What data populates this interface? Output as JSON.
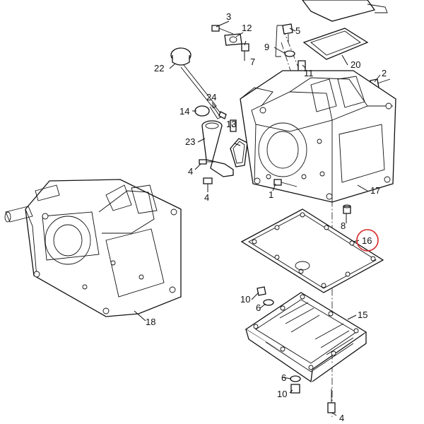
{
  "callouts": [
    {
      "id": "c1",
      "text": "1"
    },
    {
      "id": "c2",
      "text": "2"
    },
    {
      "id": "c3",
      "text": "3"
    },
    {
      "id": "c4a",
      "text": "4"
    },
    {
      "id": "c4b",
      "text": "4"
    },
    {
      "id": "c4c",
      "text": "4"
    },
    {
      "id": "c5",
      "text": "5"
    },
    {
      "id": "c6a",
      "text": "6"
    },
    {
      "id": "c6b",
      "text": "6"
    },
    {
      "id": "c7",
      "text": "7"
    },
    {
      "id": "c8",
      "text": "8"
    },
    {
      "id": "c9",
      "text": "9"
    },
    {
      "id": "c10a",
      "text": "10"
    },
    {
      "id": "c10b",
      "text": "10"
    },
    {
      "id": "c11",
      "text": "11"
    },
    {
      "id": "c12",
      "text": "12"
    },
    {
      "id": "c13",
      "text": "13"
    },
    {
      "id": "c14",
      "text": "14"
    },
    {
      "id": "c15",
      "text": "15"
    },
    {
      "id": "c16",
      "text": "16"
    },
    {
      "id": "c17",
      "text": "17"
    },
    {
      "id": "c18",
      "text": "18"
    },
    {
      "id": "c20",
      "text": "20"
    },
    {
      "id": "c22",
      "text": "22"
    },
    {
      "id": "c23",
      "text": "23"
    },
    {
      "id": "c24",
      "text": "24"
    }
  ],
  "highlight": {
    "callout": "c16",
    "color": "#d62828"
  }
}
